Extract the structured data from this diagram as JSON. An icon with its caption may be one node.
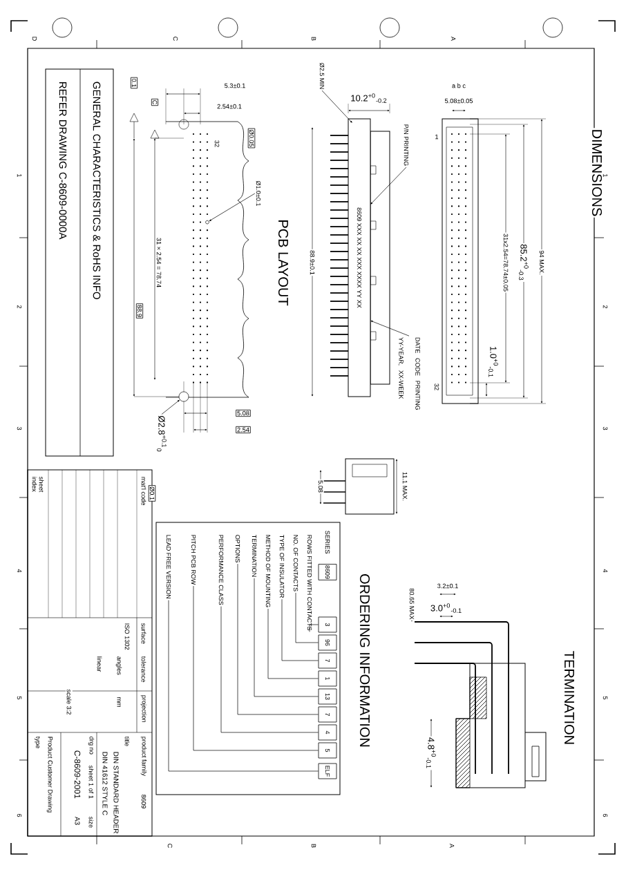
{
  "diagram": {
    "nodes": [
      {
        "text": [
          "GENERAL CHARACTERISTICS & RoHS INFO",
          "REFER DRAWING C-8609-0000A"
        ]
      },
      {
        "text": [
          "Ø1.0±0.1"
        ]
      },
      {
        "text": [
          "Ø2.8$^{+0.1}$$_{0}$"
        ]
      },
      {
        "text": [
          "Ø2.5 MIN"
        ]
      },
      {
        "text": [
          "P/N PRINTING"
        ]
      },
      {
        "text": [
          "DATE CODE PRINTING YY-YEAR, XX-WEEK"
        ]
      },
      {
        "text": [
          "8609"
        ]
      },
      {
        "text": [
          "3"
        ]
      },
      {
        "text": [
          "96"
        ]
      },
      {
        "text": [
          "7"
        ]
      },
      {
        "text": [
          "1"
        ]
      },
      {
        "text": [
          "13"
        ]
      },
      {
        "text": [
          "7"
        ]
      },
      {
        "text": [
          "4"
        ]
      },
      {
        "text": [
          "5"
        ]
      },
      {
        "text": [
          "ELF"
        ]
      },
      {
        "text": [
          "ROWS FITTED WITH CONTACTS"
        ]
      },
      {
        "text": [
          "NO. OF CONTACTS"
        ]
      },
      {
        "text": [
          "TYPE OF INSULATOR"
        ]
      },
      {
        "text": [
          "METHOD OF MOUNTING"
        ]
      },
      {
        "text": [
          "TERMINATION"
        ]
      },
      {
        "text": [
          "OPTIONS"
        ]
      },
      {
        "text": [
          "PERFORMANCE CLASS"
        ]
      },
      {
        "text": [
          "PITCH PCB ROW"
        ]
      },
      {
        "text": [
          "LEAD FREE VERSION"
        ]
      },
      {
        "text": [
          "8609 XXX XX XX XXX XXXX YY XX"
        ]
      },
      {
        "text": [],
        "shape": "circle"
      },
      {
        "text": [],
        "shape": "circle"
      }
    ],
    "edges": [
      {
        "from": 1,
        "to": 26,
        "arrow": "to"
      },
      {
        "from": 2,
        "to": 27,
        "arrow": "to"
      },
      {
        "from": 3,
        "to": 25,
        "arrow": "to"
      },
      {
        "from": 4,
        "to": 25,
        "arrow": "to"
      },
      {
        "from": 5,
        "to": 25,
        "arrow": "to"
      },
      {
        "from": 16,
        "to": 7,
        "arrow": "none"
      },
      {
        "from": 17,
        "to": 8,
        "arrow": "none"
      },
      {
        "from": 18,
        "to": 9,
        "arrow": "none"
      },
      {
        "from": 19,
        "to": 10,
        "arrow": "none"
      },
      {
        "from": 20,
        "to": 11,
        "arrow": "none"
      },
      {
        "from": 21,
        "to": 12,
        "arrow": "none"
      },
      {
        "from": 22,
        "to": 13,
        "arrow": "none"
      },
      {
        "from": 23,
        "to": 14,
        "arrow": "none"
      },
      {
        "from": 24,
        "to": 15,
        "arrow": "none"
      }
    ],
    "labels": [
      "0.1",
      "C",
      "5.3±0.1",
      "2.54±0.1",
      "Ø0.05",
      "32",
      "PCB LAYOUT",
      "31 × 2.54 = 78.74",
      "88.9",
      "5.08",
      "2.54",
      "Ø0.1",
      "10.2$^{+0}$$_{-0.2}$",
      "88.9±0.1",
      "11.1 MAX.",
      "5.08",
      "a b c",
      "5.08±0.05",
      "1",
      "32",
      "31x2.54=78.74±0.05",
      "85.2$^{+0}$$_{-0.3}$",
      "94 MAX.",
      "1.0$^{+0}$$_{-0.1}$",
      "DIMENSIONS",
      "80.65 MAX",
      "3.2±0.1",
      "3.0$^{+0}$$_{-0.1}$",
      "4.8$^{+0}$$_{-0.1}$",
      "TERMINATION",
      "ORDERING INFORMATION",
      "SERIES",
      "mat'l code",
      "sheet",
      "index",
      "surface",
      "ISO 1302",
      "tolerance",
      "angles",
      "linear",
      "projection",
      "mm",
      "scale 3:2",
      "product family",
      "8609",
      "title",
      "DIN STANDARD HEADER",
      "DIN 41612 STYLE C",
      "drg no",
      "sheet 1 of 1",
      "size",
      "A3",
      "C-8609-2001",
      "type",
      "Product Customer Drawing",
      "1",
      "2",
      "3",
      "4",
      "5",
      "6",
      "1",
      "2",
      "3",
      "4",
      "5",
      "6",
      "D",
      "C",
      "B",
      "A",
      "C",
      "B",
      "A"
    ]
  }
}
